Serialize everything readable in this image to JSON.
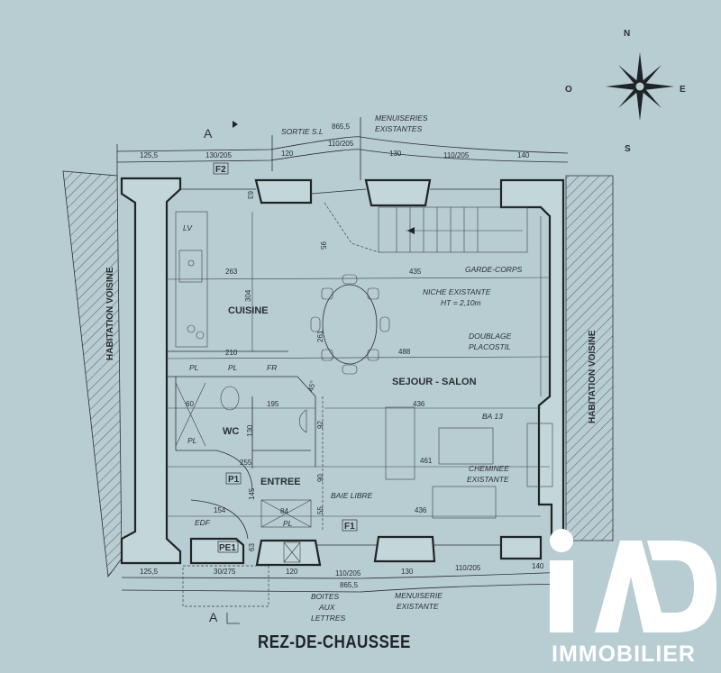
{
  "compass": {
    "north": "N",
    "south": "S",
    "east": "E",
    "west": "O"
  },
  "section_marker": "A",
  "title": "REZ-DE-CHAUSSEE",
  "rooms": {
    "kitchen": "CUISINE",
    "living": "SEJOUR - SALON",
    "wc": "WC",
    "entrance": "ENTREE"
  },
  "neighbor": {
    "left": "HABITATION VOISINE",
    "right": "HABITATION VOISINE"
  },
  "openings": {
    "f2": "F2",
    "f1": "F1",
    "p1": "P1",
    "pe1": "PE1"
  },
  "fixtures": {
    "lv": "LV",
    "pl": "PL",
    "fr": "FR",
    "edf": "EDF"
  },
  "annotations": {
    "sortie": "SORTIE S.L",
    "menuiseries_top_1": "MENUISERIES",
    "menuiseries_top_2": "EXISTANTES",
    "garde_corps": "GARDE-CORPS",
    "niche_1": "NICHE EXISTANTE",
    "niche_2": "HT = 2,10m",
    "doublage_1": "DOUBLAGE",
    "doublage_2": "PLACOSTIL",
    "ba13": "BA 13",
    "cheminee_1": "CHEMINEE",
    "cheminee_2": "EXISTANTE",
    "baie": "BAIE LIBRE",
    "boites_1": "BOITES",
    "boites_2": "AUX",
    "boites_3": "LETTRES",
    "menuiserie_bot_1": "MENUISERIE",
    "menuiserie_bot_2": "EXISTANTE"
  },
  "dimensions": {
    "top": [
      "125,5",
      "130/205",
      "120",
      "110/205",
      "130",
      "110/205",
      "140"
    ],
    "top_total": "865,5",
    "bottom": [
      "125,5",
      "30/275",
      "120",
      "110/205",
      "130",
      "110/205",
      "140"
    ],
    "bottom_total": "865,5",
    "interior": {
      "d263": "263",
      "d435": "435",
      "d304": "304",
      "d261": "261",
      "d488": "488",
      "d210": "210",
      "d195": "195",
      "d130": "130",
      "d60": "60",
      "d255": "255",
      "d145": "145",
      "d154": "154",
      "d84": "84",
      "d92": "92",
      "d90": "90",
      "d55": "55",
      "d436a": "436",
      "d461": "461",
      "d436b": "436",
      "d95": "95",
      "d63a": "63",
      "d63b": "63",
      "d45": "45°"
    }
  },
  "logo": {
    "brand": "iAD",
    "sub": "IMMOBILIER",
    "color": "#ffffff"
  }
}
